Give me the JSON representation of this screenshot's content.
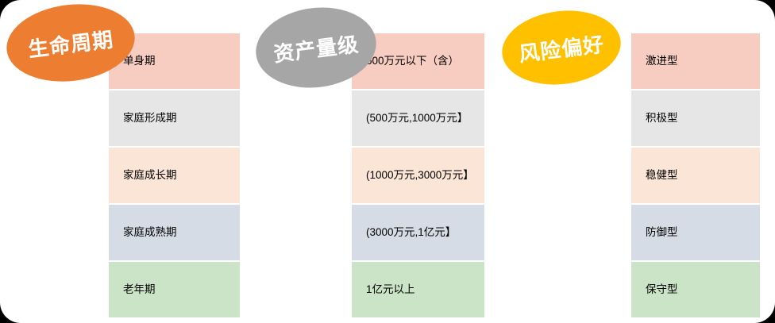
{
  "row_colors": [
    "#F6CDC0",
    "#E7E6E6",
    "#FBE5D6",
    "#D6DCE5",
    "#CBE3C6"
  ],
  "columns": [
    {
      "badge": {
        "label": "生命周期",
        "color": "#ED7D31"
      },
      "rows": [
        {
          "label": "单身期"
        },
        {
          "label": "家庭形成期"
        },
        {
          "label": "家庭成长期"
        },
        {
          "label": "家庭成熟期"
        },
        {
          "label": "老年期"
        }
      ]
    },
    {
      "badge": {
        "label": "资产量级",
        "color": "#A6A6A6"
      },
      "rows": [
        {
          "label": "500万元以下（含）"
        },
        {
          "label": "(500万元,1000万元】"
        },
        {
          "label": "(1000万元,3000万元】"
        },
        {
          "label": "(3000万元,1亿元】"
        },
        {
          "label": "1亿元以上"
        }
      ]
    },
    {
      "badge": {
        "label": "风险偏好",
        "color": "#FFC000"
      },
      "rows": [
        {
          "label": "激进型"
        },
        {
          "label": "积极型"
        },
        {
          "label": "稳健型"
        },
        {
          "label": "防御型"
        },
        {
          "label": "保守型"
        }
      ]
    }
  ]
}
